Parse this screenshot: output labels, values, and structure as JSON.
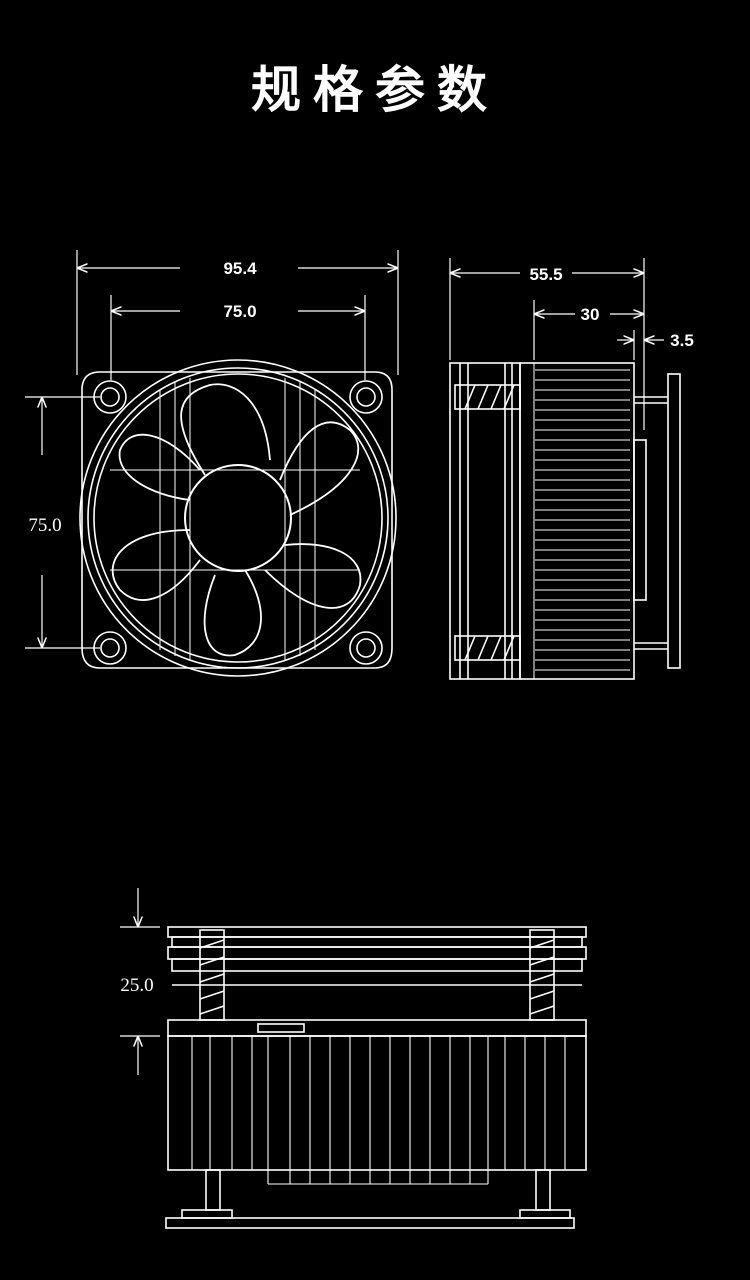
{
  "title": "规格参数",
  "dimensions": {
    "front_width_outer": "95.4",
    "front_width_inner": "75.0",
    "front_height": "75.0",
    "side_depth_total": "55.5",
    "side_depth_fin": "30",
    "side_depth_base": "3.5",
    "bottom_height": "25.0"
  },
  "colors": {
    "background": "#000000",
    "line": "#ffffff"
  }
}
